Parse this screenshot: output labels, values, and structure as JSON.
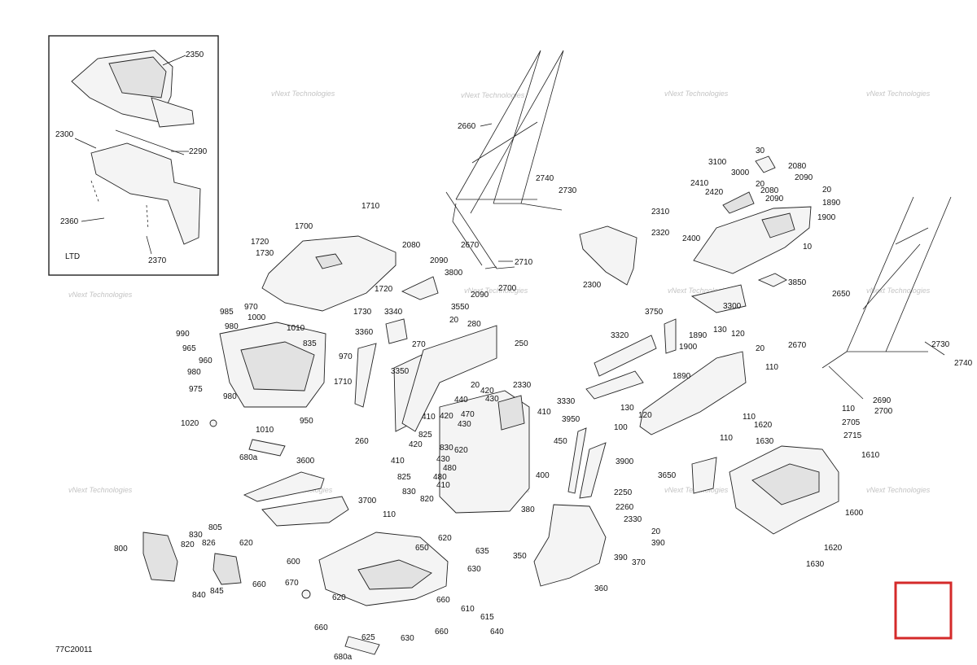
{
  "figure_code": "77C20011",
  "inset_label": "LTD",
  "watermark": "vNext Technologies",
  "marker_color": "#d42a2a",
  "callouts": {
    "c2350": "2350",
    "c2300a": "2300",
    "c2290": "2290",
    "c2360": "2360",
    "c2370": "2370",
    "c2660": "2660",
    "c2740a": "2740",
    "c2730a": "2730",
    "c2670a": "2670",
    "c2710": "2710",
    "c2090a": "2090",
    "c2700a": "2700",
    "c2310": "2310",
    "c2320": "2320",
    "c2300b": "2300",
    "c30": "30",
    "c3100": "3100",
    "c3000": "3000",
    "c2410": "2410",
    "c2420": "2420",
    "c20a": "20",
    "c2080a": "2080",
    "c2090b": "2090",
    "c20b": "20",
    "c1890a": "1890",
    "c2080b": "2080",
    "c2090c": "2090",
    "c1900a": "1900",
    "c2400": "2400",
    "c10": "10",
    "c3850": "3850",
    "c2650": "2650",
    "c3300": "3300",
    "c1710a": "1710",
    "c1700": "1700",
    "c1720a": "1720",
    "c1730a": "1730",
    "c2080c": "2080",
    "c2090d": "2090",
    "c3800": "3800",
    "c3550": "3550",
    "c1720b": "1720",
    "c1730b": "1730",
    "c970a": "970",
    "c985": "985",
    "c1000": "1000",
    "c980a": "980",
    "c1010": "1010",
    "c990": "990",
    "c965": "965",
    "c960": "960",
    "c980b": "980",
    "c975": "975",
    "c980c": "980",
    "c835": "835",
    "c970b": "970",
    "c1710b": "1710",
    "c950": "950",
    "c1020": "1020",
    "c1010b": "1010",
    "c680a": "680a",
    "c3340": "3340",
    "c3360": "3360",
    "c20c": "20",
    "c280": "280",
    "c270": "270",
    "c250": "250",
    "c3350": "3350",
    "c260": "260",
    "c3750": "3750",
    "c3320": "3320",
    "c1890b": "1890",
    "c130a": "130",
    "c120a": "120",
    "c1900b": "1900",
    "c20d": "20",
    "c110a": "110",
    "c1890c": "1890",
    "c2670b": "2670",
    "c2730b": "2730",
    "c2740b": "2740",
    "c2330a": "2330",
    "c20e": "20",
    "c420a": "420",
    "c440": "440",
    "c430a": "430",
    "c470": "470",
    "c410a": "410",
    "c410b": "410",
    "c420b": "420",
    "c430b": "430",
    "c825a": "825",
    "c420c": "420",
    "c830a": "830",
    "c620a": "620",
    "c430c": "430",
    "c450": "450",
    "c410c": "410",
    "c480": "480",
    "c825b": "825",
    "c480b": "480",
    "c830b": "830",
    "c410d": "410",
    "c820": "820",
    "c400": "400",
    "c3950": "3950",
    "c3900": "3900",
    "c3330": "3330",
    "c130b": "130",
    "c120b": "120",
    "c100": "100",
    "c110b": "110",
    "c110c": "110",
    "c1620a": "1620",
    "c110d": "110",
    "c1630a": "1630",
    "c2690": "2690",
    "c2700b": "2700",
    "c2705": "2705",
    "c2715": "2715",
    "c1610": "1610",
    "c3650": "3650",
    "c1600": "1600",
    "c1620b": "1620",
    "c1630b": "1630",
    "c3600": "3600",
    "c3700": "3700",
    "c380": "380",
    "c2250": "2250",
    "c2260": "2260",
    "c2330b": "2330",
    "c20f": "20",
    "c390a": "390",
    "c390b": "390",
    "c370": "370",
    "c350": "350",
    "c360": "360",
    "c110e": "110",
    "c600": "600",
    "c620b": "620",
    "c650": "650",
    "c635": "635",
    "c630a": "630",
    "c670": "670",
    "c660a": "660",
    "c620c": "620",
    "c660b": "660",
    "c610": "610",
    "c615": "615",
    "c640": "640",
    "c630b": "630",
    "c625": "625",
    "c680b": "680a",
    "c800": "800",
    "c830c": "830",
    "c805": "805",
    "c820b": "820",
    "c826": "826",
    "c620d": "620",
    "c660c": "660",
    "c840": "840",
    "c845": "845"
  }
}
